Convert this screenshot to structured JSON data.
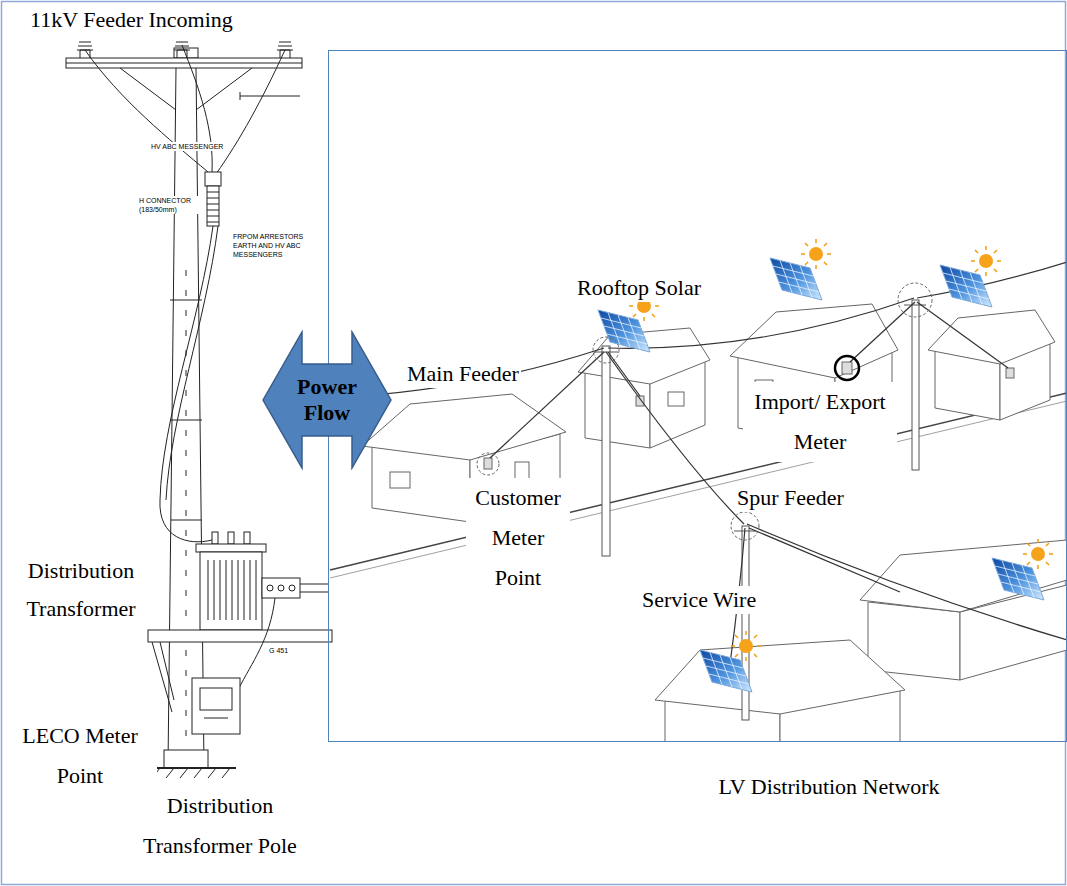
{
  "diagram": {
    "nodes": [
      {
        "text": [
          "LV Distribution Network"
        ]
      },
      {
        "text": [
          "Power Flow"
        ]
      }
    ],
    "labels": [
      "11kV Feeder Incoming",
      "HV ABC MESSENGER",
      "H CONNECTOR (183/50mm)",
      "FRPOM ARRESTORS EARTH AND HV ABC MESSENGERS",
      "Distribution Transformer",
      "G 451",
      "LECO Meter Point",
      "Distribution Transformer Pole",
      "Rooftop Solar",
      "Main Feeder",
      "Import/ Export Meter",
      "Customer Meter Point",
      "Spur Feeder",
      "Service Wire"
    ]
  }
}
